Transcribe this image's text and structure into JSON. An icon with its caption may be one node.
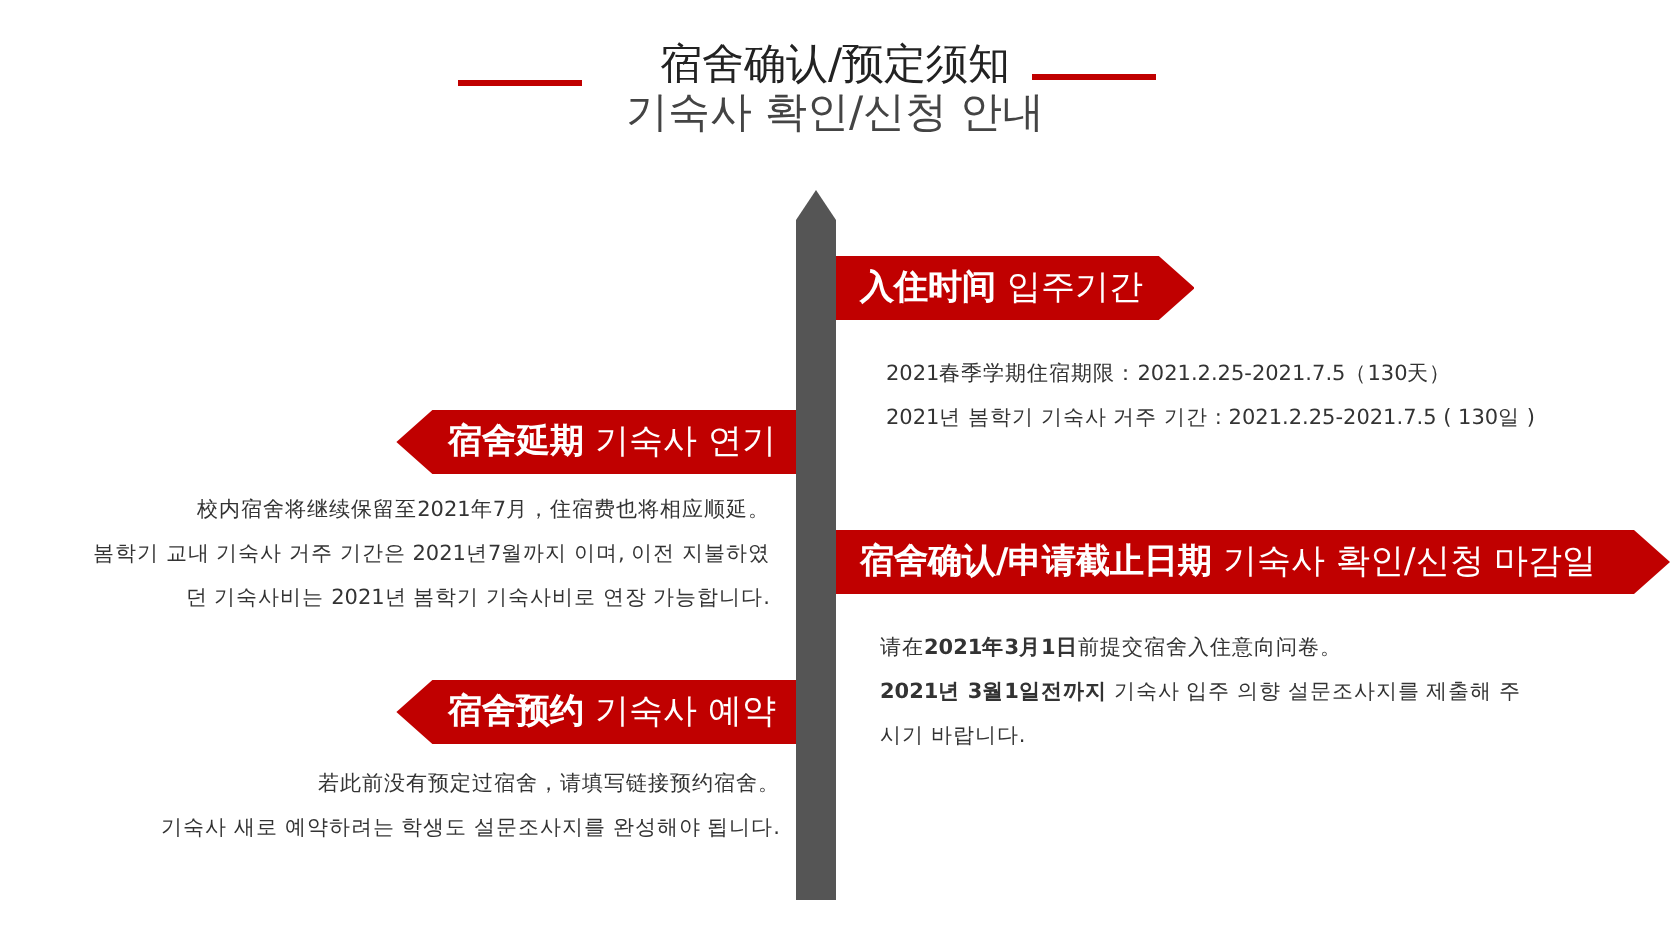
{
  "diagram": {
    "title": "宿舍确认/预定须知",
    "nodes": [
      {
        "text": [
          "**入住时间** 입주기간"
        ],
        "beside": [
          "2021春季学期住宿期限：2021.2.25-2021.7.5（130天）",
          "2021년 봄학기 기숙사 거주 기간 : 2021.2.25-2021.7.5 ( 130일 )"
        ]
      },
      {
        "text": [
          "**宿舍延期** 기숙사 연기"
        ],
        "beside": [
          "校内宿舍将继续保留至2021年7月，住宿费也将相应顺延。",
          "봄학기 교내 기숙사 거주 기간은 2021년7월까지 이며, 이전 지불하였던 기숙사비는 2021년 봄학기 기숙사비로 연장 가능합니다."
        ]
      },
      {
        "text": [
          "**宿舍确认/申请截止日期** 기숙사 확인/신청 마감일"
        ],
        "beside": [
          "请在**2021年3月1日**前提交宿舍入住意向问卷。",
          "**2021년 3월1일전까지** 기숙사 입주 의향 설문조사지를 제출해 주시기 바랍니다."
        ]
      },
      {
        "text": [
          "**宿舍预约** 기숙사 예약"
        ],
        "beside": [
          "若此前没有预定过宿舍，请填写链接预约宿舍。",
          "기숙사 새로 예약하려는 학생도 설문조사지를 완성해야 됩니다."
        ]
      }
    ],
    "labels": [
      "기숙사 확인/신청 안내"
    ]
  }
}
